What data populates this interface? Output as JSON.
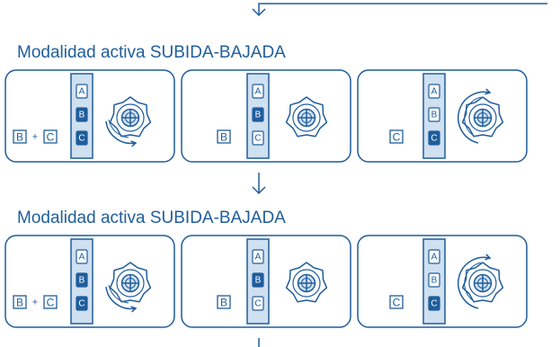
{
  "colors": {
    "primary": "#1f5d9c",
    "accent_fill": "#cfe0f0",
    "dark_fill": "#1f5d9c",
    "background": "#ffffff"
  },
  "sections": [
    {
      "title": "Modalidad activa SUBIDA-BAJADA",
      "panels": [
        {
          "combo": [
            "B",
            "C"
          ],
          "plus": "+",
          "column_keys": [
            "A",
            "B",
            "C"
          ],
          "active_keys": [
            "B",
            "C"
          ],
          "rotation": "clockwise-lower"
        },
        {
          "combo": [
            "B"
          ],
          "plus": "",
          "column_keys": [
            "A",
            "B",
            "C"
          ],
          "active_keys": [
            "B"
          ],
          "rotation": "none"
        },
        {
          "combo": [
            "C"
          ],
          "plus": "",
          "column_keys": [
            "A",
            "B",
            "C"
          ],
          "active_keys": [
            "C"
          ],
          "rotation": "counterclockwise-upper"
        }
      ]
    },
    {
      "title": "Modalidad activa SUBIDA-BAJADA",
      "panels": [
        {
          "combo": [
            "B",
            "C"
          ],
          "plus": "+",
          "column_keys": [
            "A",
            "B",
            "C"
          ],
          "active_keys": [
            "B",
            "C"
          ],
          "rotation": "clockwise-lower"
        },
        {
          "combo": [
            "B"
          ],
          "plus": "",
          "column_keys": [
            "A",
            "B",
            "C"
          ],
          "active_keys": [
            "B"
          ],
          "rotation": "none"
        },
        {
          "combo": [
            "C"
          ],
          "plus": "",
          "column_keys": [
            "A",
            "B",
            "C"
          ],
          "active_keys": [
            "C"
          ],
          "rotation": "counterclockwise-upper"
        }
      ]
    }
  ]
}
